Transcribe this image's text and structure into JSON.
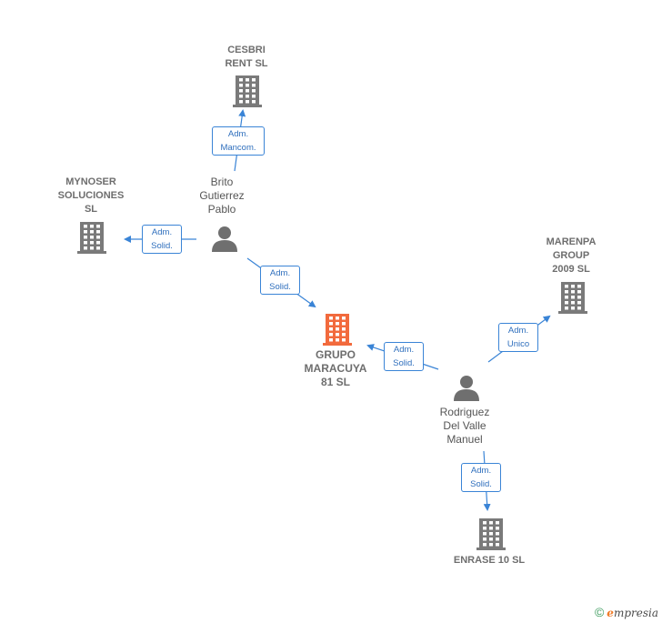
{
  "colors": {
    "company": "#7a7a7a",
    "focus": "#f26a3d",
    "person": "#6f6f6f",
    "edge": "#3a84d6"
  },
  "nodes": [
    {
      "id": "cesbri",
      "type": "company",
      "label": "CESBRI\nRENT  SL"
    },
    {
      "id": "mynoser",
      "type": "company",
      "label": "MYNOSER\nSOLUCIONES\nSL"
    },
    {
      "id": "brito",
      "type": "person",
      "label": "Brito\nGutierrez\nPablo"
    },
    {
      "id": "grupo",
      "type": "focus",
      "label": "GRUPO\nMARACUYA\n81  SL"
    },
    {
      "id": "marenpa",
      "type": "company",
      "label": "MARENPA\nGROUP\n2009 SL"
    },
    {
      "id": "rodriguez",
      "type": "person",
      "label": "Rodriguez\nDel Valle\nManuel"
    },
    {
      "id": "enrase",
      "type": "company",
      "label": "ENRASE 10 SL"
    }
  ],
  "edges": [
    {
      "id": "e1",
      "from": "brito",
      "to": "cesbri",
      "label": "Adm.\nMancom."
    },
    {
      "id": "e2",
      "from": "brito",
      "to": "mynoser",
      "label": "Adm.\nSolid."
    },
    {
      "id": "e3",
      "from": "brito",
      "to": "grupo",
      "label": "Adm.\nSolid."
    },
    {
      "id": "e4",
      "from": "rodriguez",
      "to": "grupo",
      "label": "Adm.\nSolid."
    },
    {
      "id": "e5",
      "from": "rodriguez",
      "to": "marenpa",
      "label": "Adm.\nUnico"
    },
    {
      "id": "e6",
      "from": "rodriguez",
      "to": "enrase",
      "label": "Adm.\nSolid."
    }
  ],
  "footer": {
    "copyright": "©",
    "brand_first": "e",
    "brand_rest": "mpresia"
  }
}
